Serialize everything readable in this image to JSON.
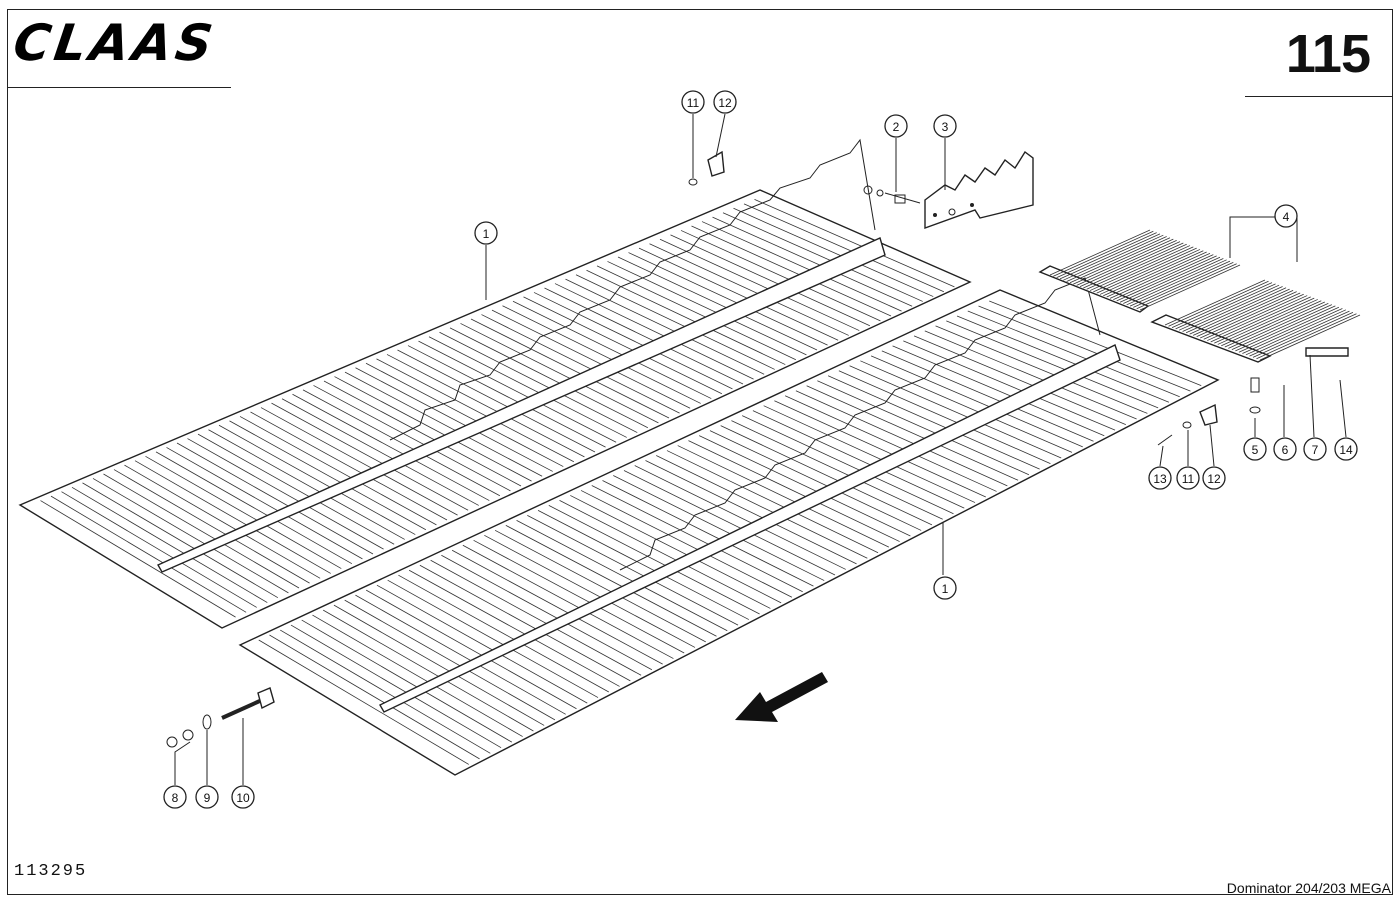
{
  "header": {
    "brand": "CLAAS",
    "page_number": "115"
  },
  "footer": {
    "drawing_number": "113295",
    "model": "Dominator 204/203 MEGA"
  },
  "callouts": [
    "1",
    "1",
    "2",
    "3",
    "4",
    "5",
    "6",
    "7",
    "8",
    "9",
    "10",
    "11",
    "12",
    "11",
    "12",
    "13",
    "14"
  ]
}
